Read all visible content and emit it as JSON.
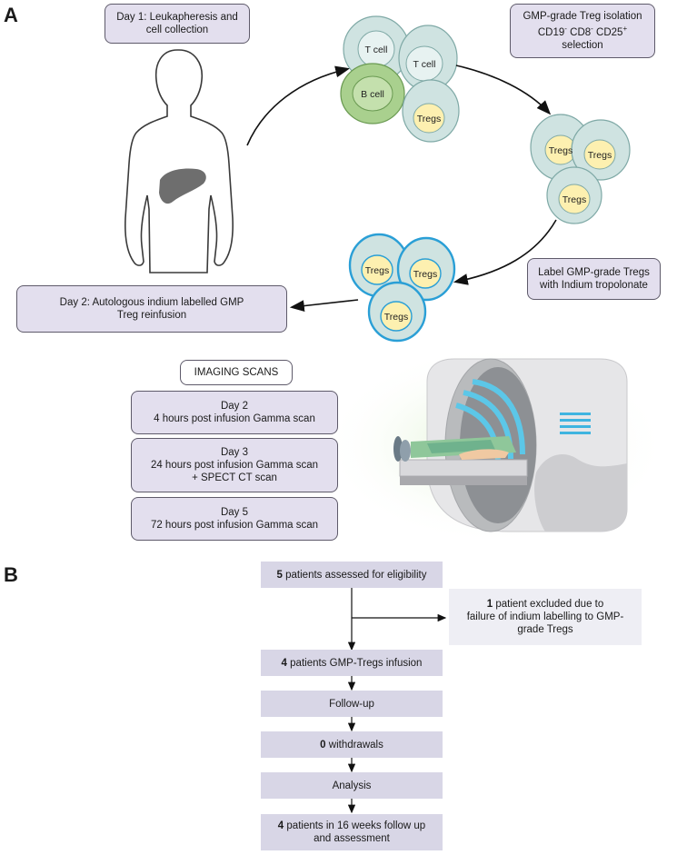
{
  "panel_a": {
    "letter": "A",
    "day1": "Day 1: Leukapheresis and cell collection",
    "gmp_isolation": {
      "line1": "GMP-grade Treg  isolation",
      "line2": "CD19- CD8- CD25+",
      "line3": "selection"
    },
    "label_step": "Label GMP-grade Tregs with Indium tropolonate",
    "day2_reinfusion": "Day 2:  Autologous indium labelled GMP Treg reinfusion",
    "cells": {
      "t_cell": "T cell",
      "b_cell": "B cell",
      "tregs": "Tregs"
    },
    "imaging_title": "IMAGING SCANS",
    "scans": [
      {
        "day": "Day 2",
        "desc": "4 hours post infusion Gamma scan"
      },
      {
        "day": "Day 3",
        "desc": "24 hours post infusion Gamma scan",
        "extra": "+ SPECT CT scan"
      },
      {
        "day": "Day 5",
        "desc": "72 hours post infusion Gamma scan"
      }
    ],
    "colors": {
      "box_fill": "#e3dfee",
      "cell_fill": "#cfe3e1",
      "treg_nucleus": "#fdf0b0",
      "b_cell_fill": "#a9d08e",
      "labelled_ring": "#2a9fd6",
      "liver": "#6e6e6e"
    }
  },
  "panel_b": {
    "letter": "B",
    "steps": [
      {
        "bold": "5",
        "text": " patients assessed for eligibility"
      },
      {
        "bold": "4",
        "text": " patients GMP-Tregs infusion"
      },
      {
        "bold": "",
        "text": "Follow-up"
      },
      {
        "bold": "0",
        "text": " withdrawals"
      },
      {
        "bold": "",
        "text": "Analysis"
      },
      {
        "bold": "4",
        "text": " patients in 16 weeks follow up",
        "line2": "and assessment"
      }
    ],
    "exclusion": {
      "bold": "1",
      "line1": " patient excluded due to",
      "line2": "failure of indium labelling to GMP-",
      "line3": "grade Tregs"
    },
    "colors": {
      "box_fill": "#d8d6e6",
      "side_fill": "#eeeef4"
    }
  }
}
